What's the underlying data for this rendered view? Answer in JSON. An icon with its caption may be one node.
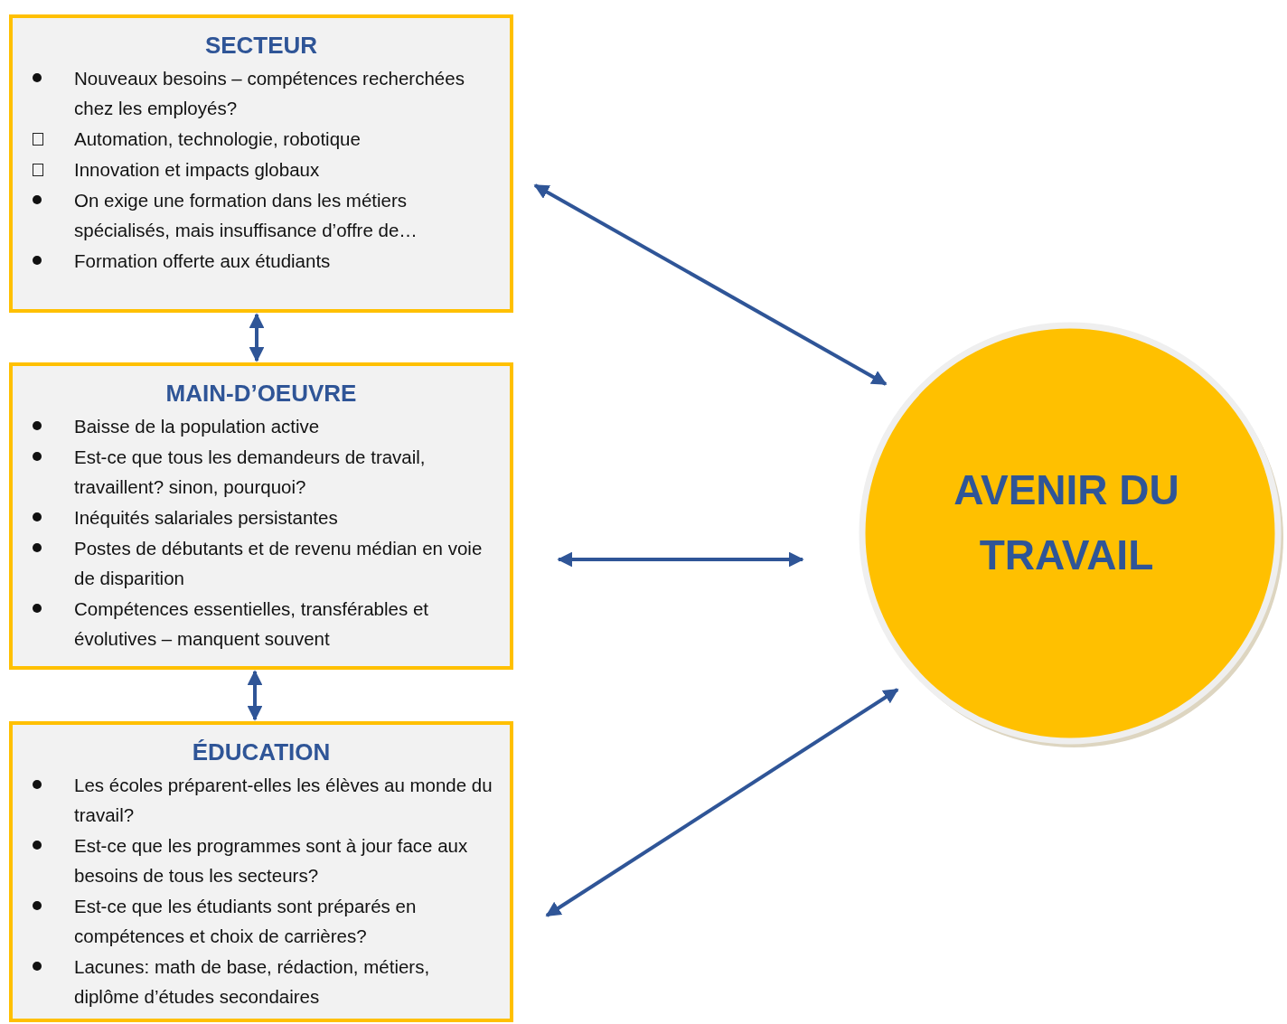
{
  "diagram": {
    "nodes": [
      {
        "text": [
          "SECTEUR",
          "Nouveaux besoins – compétences recherchées chez les employés?",
          "Automation, technologie, robotique",
          "Innovation et impacts globaux",
          "On exige une formation dans les métiers spécialisés, mais insuffisance d’offre de…",
          "Formation offerte aux étudiants"
        ]
      },
      {
        "text": [
          "MAIN-D’OEUVRE",
          "Baisse de la population active",
          "Est-ce que tous les demandeurs de travail, travaillent? sinon, pourquoi?",
          "Inéquités salariales persistantes",
          "Postes de débutants et de revenu médian en voie de disparition",
          "Compétences essentielles, transférables et évolutives – manquent souvent"
        ]
      },
      {
        "text": [
          "ÉDUCATION",
          "Les écoles préparent-elles les élèves au monde du travail?",
          "Est-ce que les programmes sont à jour face aux besoins de tous les secteurs?",
          "Est-ce que les étudiants sont préparés en compétences et choix de carrières?",
          "Lacunes: math de base, rédaction, métiers, diplôme d’études secondaires"
        ]
      },
      {
        "text": [
          "AVENIR DU TRAVAIL"
        ]
      }
    ],
    "edges": [
      {
        "from": 0,
        "to": 1,
        "arrow": "both"
      },
      {
        "from": 1,
        "to": 2,
        "arrow": "both"
      },
      {
        "from": 0,
        "to": 3,
        "arrow": "both"
      },
      {
        "from": 1,
        "to": 3,
        "arrow": "both"
      },
      {
        "from": 2,
        "to": 3,
        "arrow": "both"
      }
    ]
  }
}
